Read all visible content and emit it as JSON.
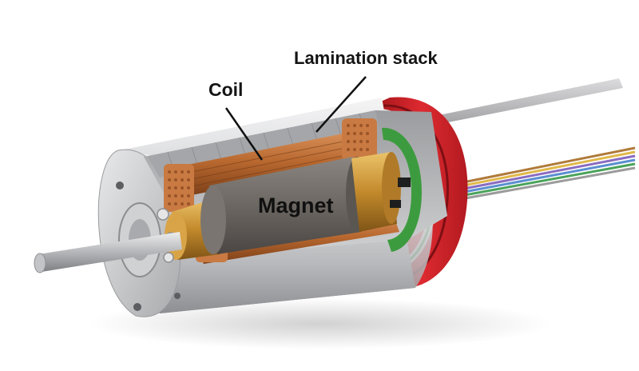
{
  "labels": {
    "lamination_stack": "Lamination stack",
    "coil": "Coil",
    "magnet": "Magnet"
  },
  "colors": {
    "background": "#ffffff",
    "housing_silver": "#c9cacc",
    "end_cap_red": "#d32027",
    "coil_copper": "#b86a3a",
    "magnet_gray": "#6e6a66",
    "shaft_brass": "#c7902f",
    "circuit_green": "#3d9b3f"
  },
  "icons": [
    "motor-cutaway-illustration"
  ]
}
